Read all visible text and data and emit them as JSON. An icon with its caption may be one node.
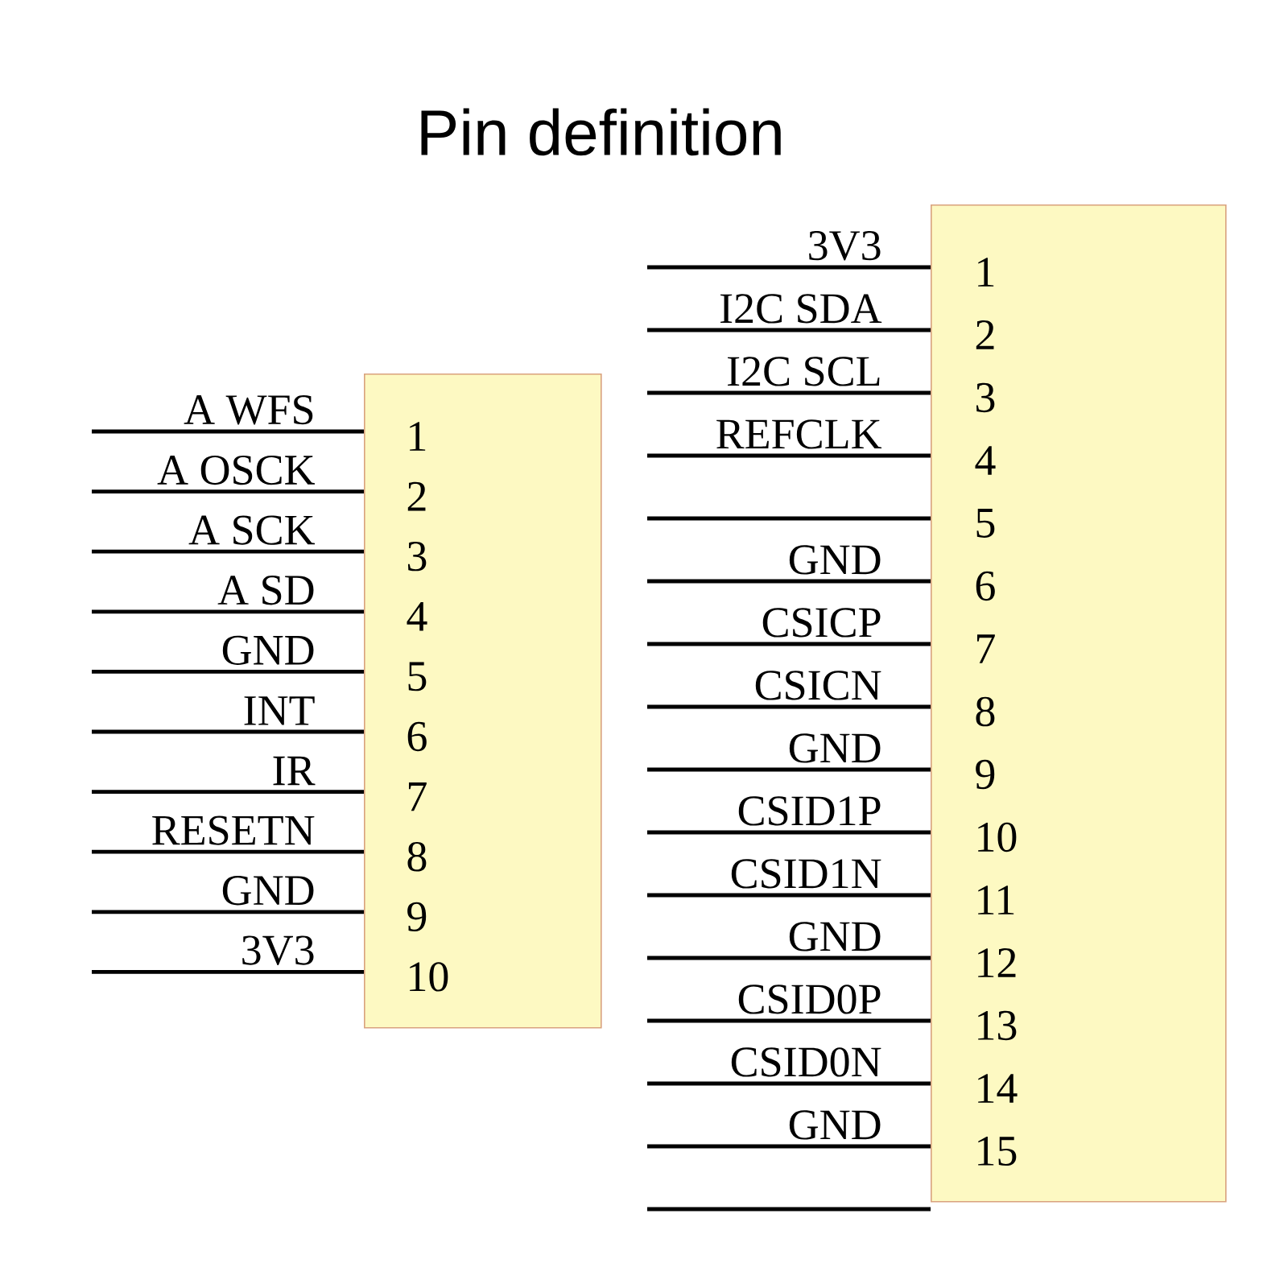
{
  "diagram": {
    "title": "Pin definition",
    "nodes": [
      {
        "text": [
          "1",
          "2",
          "3",
          "4",
          "5",
          "6",
          "7",
          "8",
          "9",
          "10"
        ]
      },
      {
        "text": [
          "1",
          "2",
          "3",
          "4",
          "5",
          "6",
          "7",
          "8",
          "9",
          "10",
          "11",
          "12",
          "13",
          "14",
          "15"
        ]
      }
    ],
    "edges": [
      {
        "from": null,
        "to": 0,
        "arrow": "none",
        "label": "A WFS"
      },
      {
        "from": null,
        "to": 0,
        "arrow": "none",
        "label": "A OSCK"
      },
      {
        "from": null,
        "to": 0,
        "arrow": "none",
        "label": "A SCK"
      },
      {
        "from": null,
        "to": 0,
        "arrow": "none",
        "label": "A SD"
      },
      {
        "from": null,
        "to": 0,
        "arrow": "none",
        "label": "GND"
      },
      {
        "from": null,
        "to": 0,
        "arrow": "none",
        "label": "INT"
      },
      {
        "from": null,
        "to": 0,
        "arrow": "none",
        "label": "IR"
      },
      {
        "from": null,
        "to": 0,
        "arrow": "none",
        "label": "RESETN"
      },
      {
        "from": null,
        "to": 0,
        "arrow": "none",
        "label": "GND"
      },
      {
        "from": null,
        "to": 0,
        "arrow": "none",
        "label": "3V3"
      },
      {
        "from": null,
        "to": 1,
        "arrow": "none",
        "label": "3V3"
      },
      {
        "from": null,
        "to": 1,
        "arrow": "none",
        "label": "I2C SDA"
      },
      {
        "from": null,
        "to": 1,
        "arrow": "none",
        "label": "I2C SCL"
      },
      {
        "from": null,
        "to": 1,
        "arrow": "none",
        "label": "REFCLK"
      },
      {
        "from": null,
        "to": 1,
        "arrow": "none"
      },
      {
        "from": null,
        "to": 1,
        "arrow": "none",
        "label": "GND"
      },
      {
        "from": null,
        "to": 1,
        "arrow": "none",
        "label": "CSICP"
      },
      {
        "from": null,
        "to": 1,
        "arrow": "none",
        "label": "CSICN"
      },
      {
        "from": null,
        "to": 1,
        "arrow": "none",
        "label": "GND"
      },
      {
        "from": null,
        "to": 1,
        "arrow": "none",
        "label": "CSID1P"
      },
      {
        "from": null,
        "to": 1,
        "arrow": "none",
        "label": "CSID1N"
      },
      {
        "from": null,
        "to": 1,
        "arrow": "none",
        "label": "GND"
      },
      {
        "from": null,
        "to": 1,
        "arrow": "none",
        "label": "CSID0P"
      },
      {
        "from": null,
        "to": 1,
        "arrow": "none",
        "label": "CSID0N"
      },
      {
        "from": null,
        "to": 1,
        "arrow": "none",
        "label": "GND"
      },
      {
        "from": null,
        "to": 1,
        "arrow": "none"
      }
    ]
  }
}
